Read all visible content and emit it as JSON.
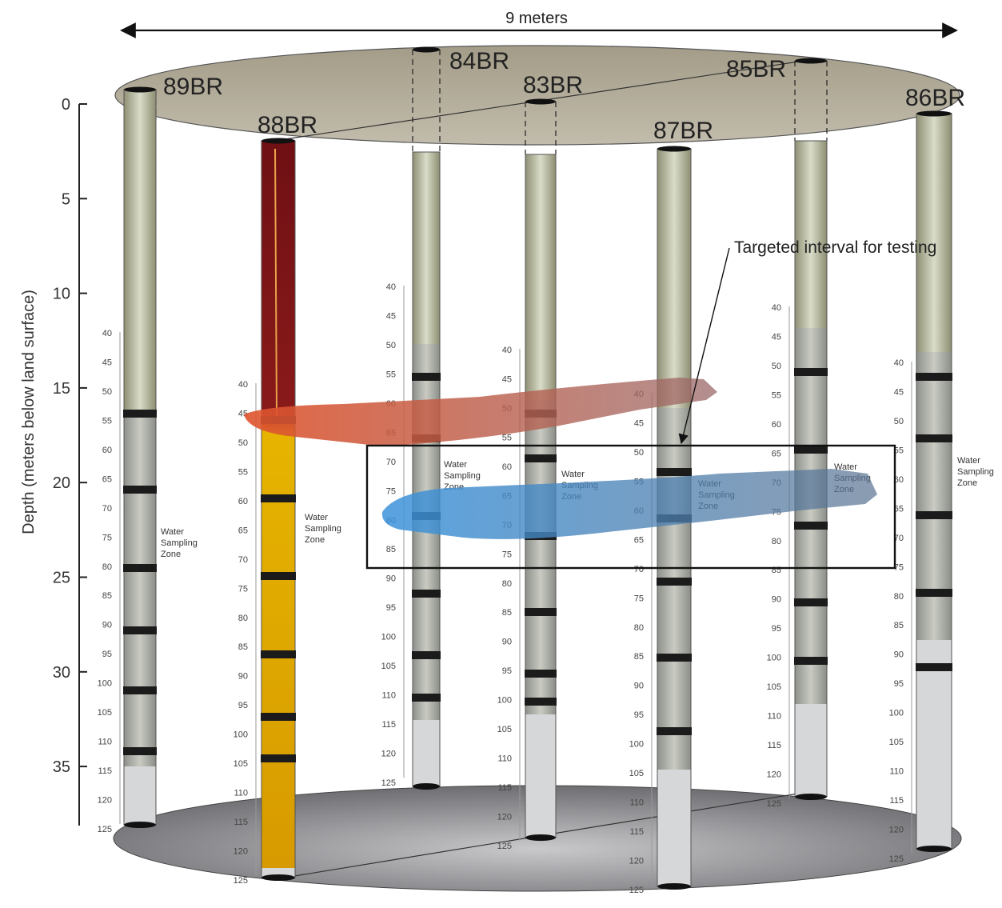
{
  "width_label": "9 meters",
  "depth_axis": {
    "title": "Depth (meters below land surface)",
    "ticks": [
      "0",
      "5",
      "10",
      "15",
      "20",
      "25",
      "30",
      "35"
    ]
  },
  "annotation": "Targeted interval for testing",
  "zone_label": [
    "Water",
    "Sampling",
    "Zone"
  ],
  "colors": {
    "top_disk": "#b3ad9c",
    "bottom_disk": "#828286",
    "red_layer": "#e2522d",
    "blue_layer": "#3f8fd6",
    "marker": "#1b1b1b",
    "televiewer_top": "#7e1418",
    "televiewer_bottom": "#e8b300",
    "core": "#b9bcb3",
    "empty_casing": "#d6d7d9"
  },
  "boreholes": [
    {
      "id": "89BR",
      "scale": [
        "40",
        "45",
        "50",
        "55",
        "60",
        "65",
        "70",
        "75",
        "80",
        "85",
        "90",
        "95",
        "100",
        "105",
        "110",
        "115",
        "120",
        "125"
      ]
    },
    {
      "id": "88BR",
      "scale": [
        "40",
        "45",
        "50",
        "55",
        "60",
        "65",
        "70",
        "75",
        "80",
        "85",
        "90",
        "95",
        "100",
        "105",
        "110",
        "115",
        "120",
        "125"
      ]
    },
    {
      "id": "84BR",
      "scale": [
        "40",
        "45",
        "50",
        "55",
        "60",
        "65",
        "70",
        "75",
        "80",
        "85",
        "90",
        "95",
        "100",
        "105",
        "110",
        "115",
        "120",
        "125"
      ]
    },
    {
      "id": "83BR",
      "scale": [
        "40",
        "45",
        "50",
        "55",
        "60",
        "65",
        "70",
        "75",
        "80",
        "85",
        "90",
        "95",
        "100",
        "105",
        "110",
        "115",
        "120",
        "125"
      ]
    },
    {
      "id": "87BR",
      "scale": [
        "40",
        "45",
        "50",
        "55",
        "60",
        "65",
        "70",
        "75",
        "80",
        "85",
        "90",
        "95",
        "100",
        "105",
        "110",
        "115",
        "120",
        "125"
      ]
    },
    {
      "id": "85BR",
      "scale": [
        "40",
        "45",
        "50",
        "55",
        "60",
        "65",
        "70",
        "75",
        "80",
        "85",
        "90",
        "95",
        "100",
        "105",
        "110",
        "115",
        "120",
        "125"
      ]
    },
    {
      "id": "86BR",
      "scale": [
        "40",
        "45",
        "50",
        "55",
        "60",
        "65",
        "70",
        "75",
        "80",
        "85",
        "90",
        "95",
        "100",
        "105",
        "110",
        "115",
        "120",
        "125"
      ]
    }
  ]
}
